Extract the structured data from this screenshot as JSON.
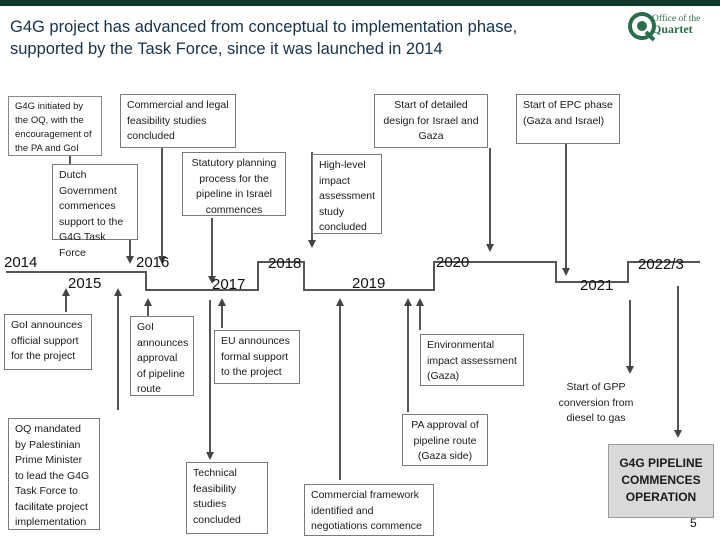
{
  "header": {
    "title": "G4G project has advanced from conceptual to implementation phase, supported by the Task Force, since it was launched in 2014",
    "logo_line1": "Office of the",
    "logo_line2": "Quartet"
  },
  "colors": {
    "top_bar": "#0e3b2a",
    "timeline": "#111111",
    "logo": "#2b6e4a"
  },
  "years": {
    "y2014": "2014",
    "y2015": "2015",
    "y2016": "2016",
    "y2017": "2017",
    "y2018": "2018",
    "y2019": "2019",
    "y2020": "2020",
    "y2021": "2021",
    "y2022": "2022/3"
  },
  "milestones_above": [
    "G4G initiated by the OQ, with the encouragement of the PA and GoI",
    "Dutch Government commences support to the G4G Task Force",
    "Commercial and legal feasibility studies concluded",
    "Statutory planning process for the pipeline in Israel commences",
    "High-level impact assessment study concluded",
    "Start of detailed design for Israel and Gaza",
    "Start of EPC phase (Gaza and Israel)"
  ],
  "milestones_below": [
    "GoI announces official support for the project",
    "OQ mandated by Palestinian Prime Minister to lead the G4G Task Force to facilitate project implementation",
    "GoI announces approval of pipeline route",
    "EU announces formal support to the project",
    "Technical feasibility studies concluded",
    "Commercial framework identified and negotiations commence",
    "Environmental impact assessment (Gaza)",
    "PA approval of pipeline route (Gaza side)",
    "Start of GPP conversion from diesel to gas"
  ],
  "final": {
    "label": "G4G PIPELINE COMMENCES OPERATION"
  },
  "page_number": "5"
}
